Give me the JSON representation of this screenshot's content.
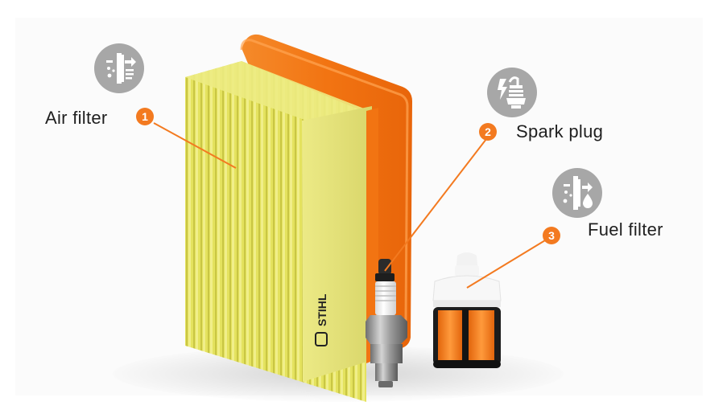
{
  "brand": "STIHL",
  "colors": {
    "accent_orange": "#f37a20",
    "icon_gray": "#a7a7a7",
    "filter_yellow": "#e6e56a",
    "text": "#1f1f1f"
  },
  "parts": [
    {
      "number": "1",
      "label": "Air filter",
      "icon": "air-filter-icon"
    },
    {
      "number": "2",
      "label": "Spark plug",
      "icon": "spark-plug-icon"
    },
    {
      "number": "3",
      "label": "Fuel filter",
      "icon": "fuel-filter-icon"
    }
  ]
}
